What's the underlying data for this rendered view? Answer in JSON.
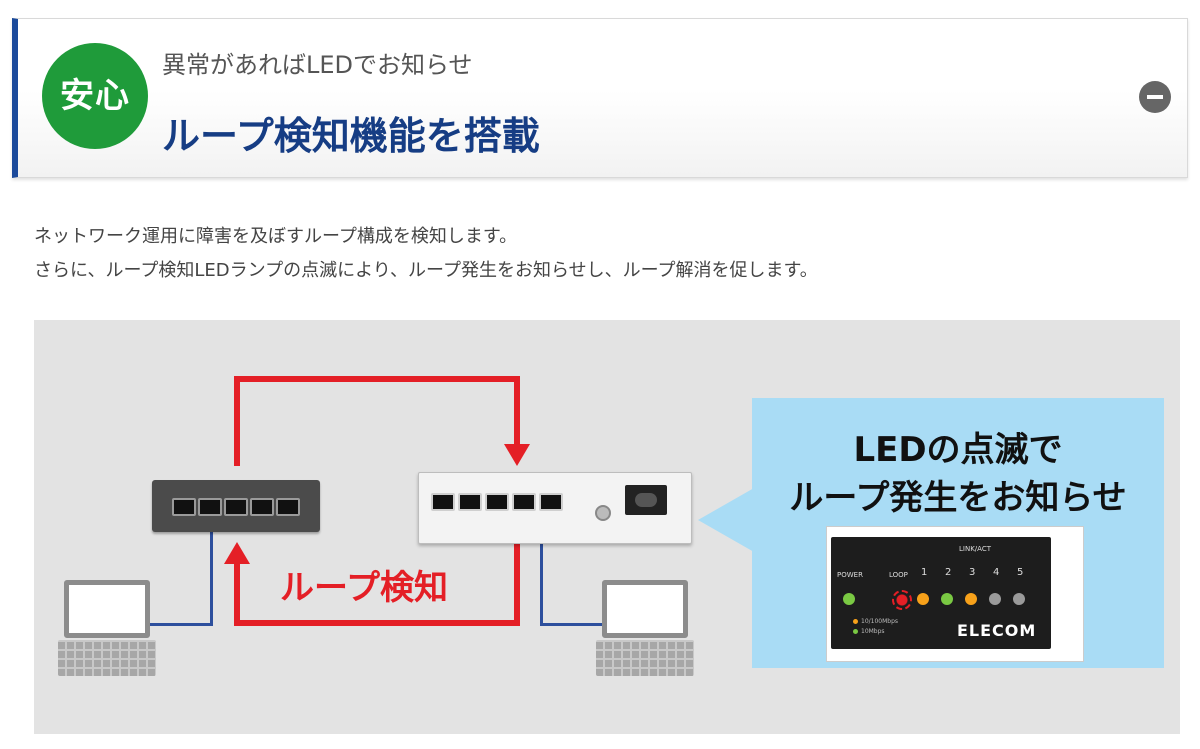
{
  "header": {
    "badge": "安心",
    "subtitle": "異常があればLEDでお知らせ",
    "title": "ループ検知機能を搭載"
  },
  "description": {
    "line1": "ネットワーク運用に障害を及ぼすループ構成を検知します。",
    "line2": "さらに、ループ検知LEDランプの点滅により、ループ発生をお知らせし、ループ解消を促します。"
  },
  "diagram": {
    "loop_label": "ループ検知",
    "callout": {
      "line1": "LEDの点滅で",
      "line2": "ループ発生をお知らせ"
    },
    "led_panel": {
      "brand": "ELECOM",
      "power_label": "POWER",
      "loop_label": "LOOP",
      "link_act_label": "LINK/ACT",
      "port_labels": [
        "1",
        "2",
        "3",
        "4",
        "5"
      ],
      "speed_100": "10/100Mbps",
      "speed_10": "10Mbps"
    }
  },
  "colors": {
    "accent_blue": "#1b4a9b",
    "badge_green": "#1f9b3a",
    "loop_red": "#e41f26",
    "callout_blue": "#a9dcf5"
  }
}
